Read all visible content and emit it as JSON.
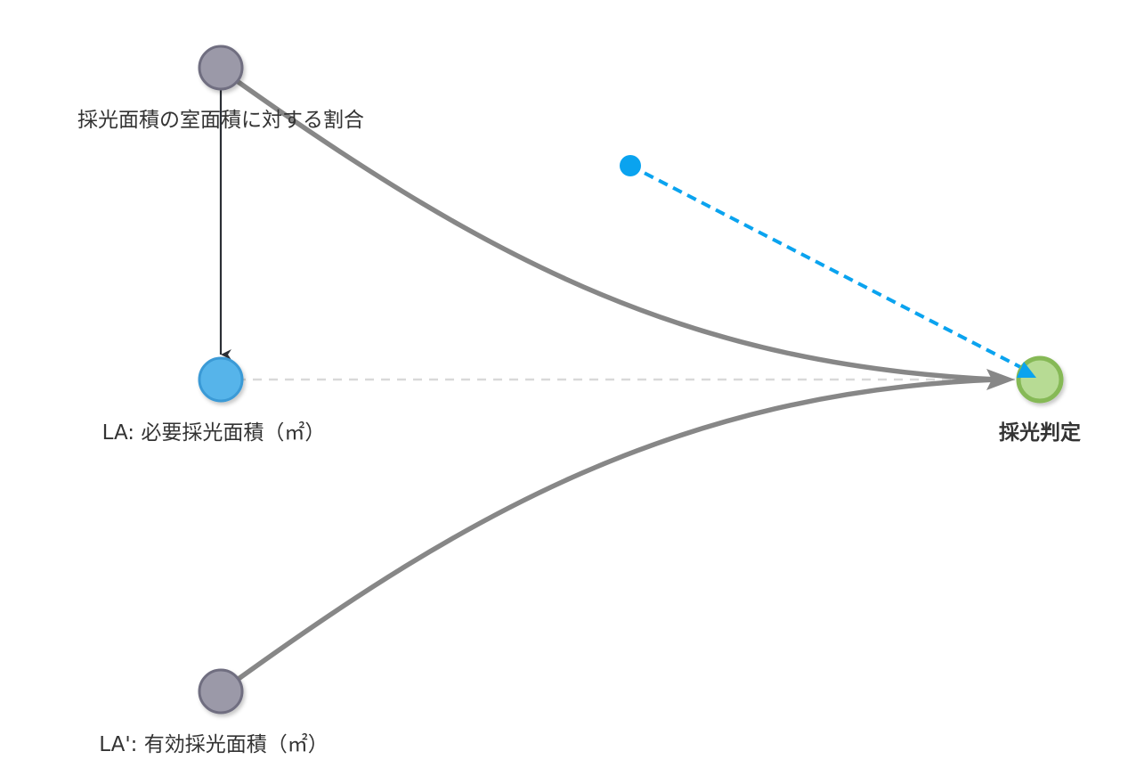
{
  "diagram": {
    "nodes": [
      {
        "id": "ratio",
        "label": "採光面積の室面積に対する割合",
        "color": "#9b99a8",
        "stroke": "#6f6e80",
        "bold": false
      },
      {
        "id": "la",
        "label": "LA: 必要採光面積（㎡）",
        "color": "#57b4ea",
        "stroke": "#3a9ad6",
        "bold": false
      },
      {
        "id": "la_eff",
        "label": "LA': 有効採光面積（㎡）",
        "color": "#9b99a8",
        "stroke": "#6f6e80",
        "bold": false
      },
      {
        "id": "judge",
        "label": "採光判定",
        "color": "#b7db94",
        "stroke": "#86b957",
        "bold": true
      }
    ],
    "edges": [
      {
        "from": "ratio",
        "to": "la",
        "style": "solid-dark"
      },
      {
        "from": "ratio",
        "to": "judge",
        "style": "curve-gray"
      },
      {
        "from": "la_eff",
        "to": "judge",
        "style": "curve-gray"
      },
      {
        "from": "la",
        "to": "judge",
        "style": "dashed-light"
      }
    ],
    "pending_edge": {
      "to": "judge",
      "style": "dashed-blue",
      "color": "#0aa3ef"
    }
  }
}
